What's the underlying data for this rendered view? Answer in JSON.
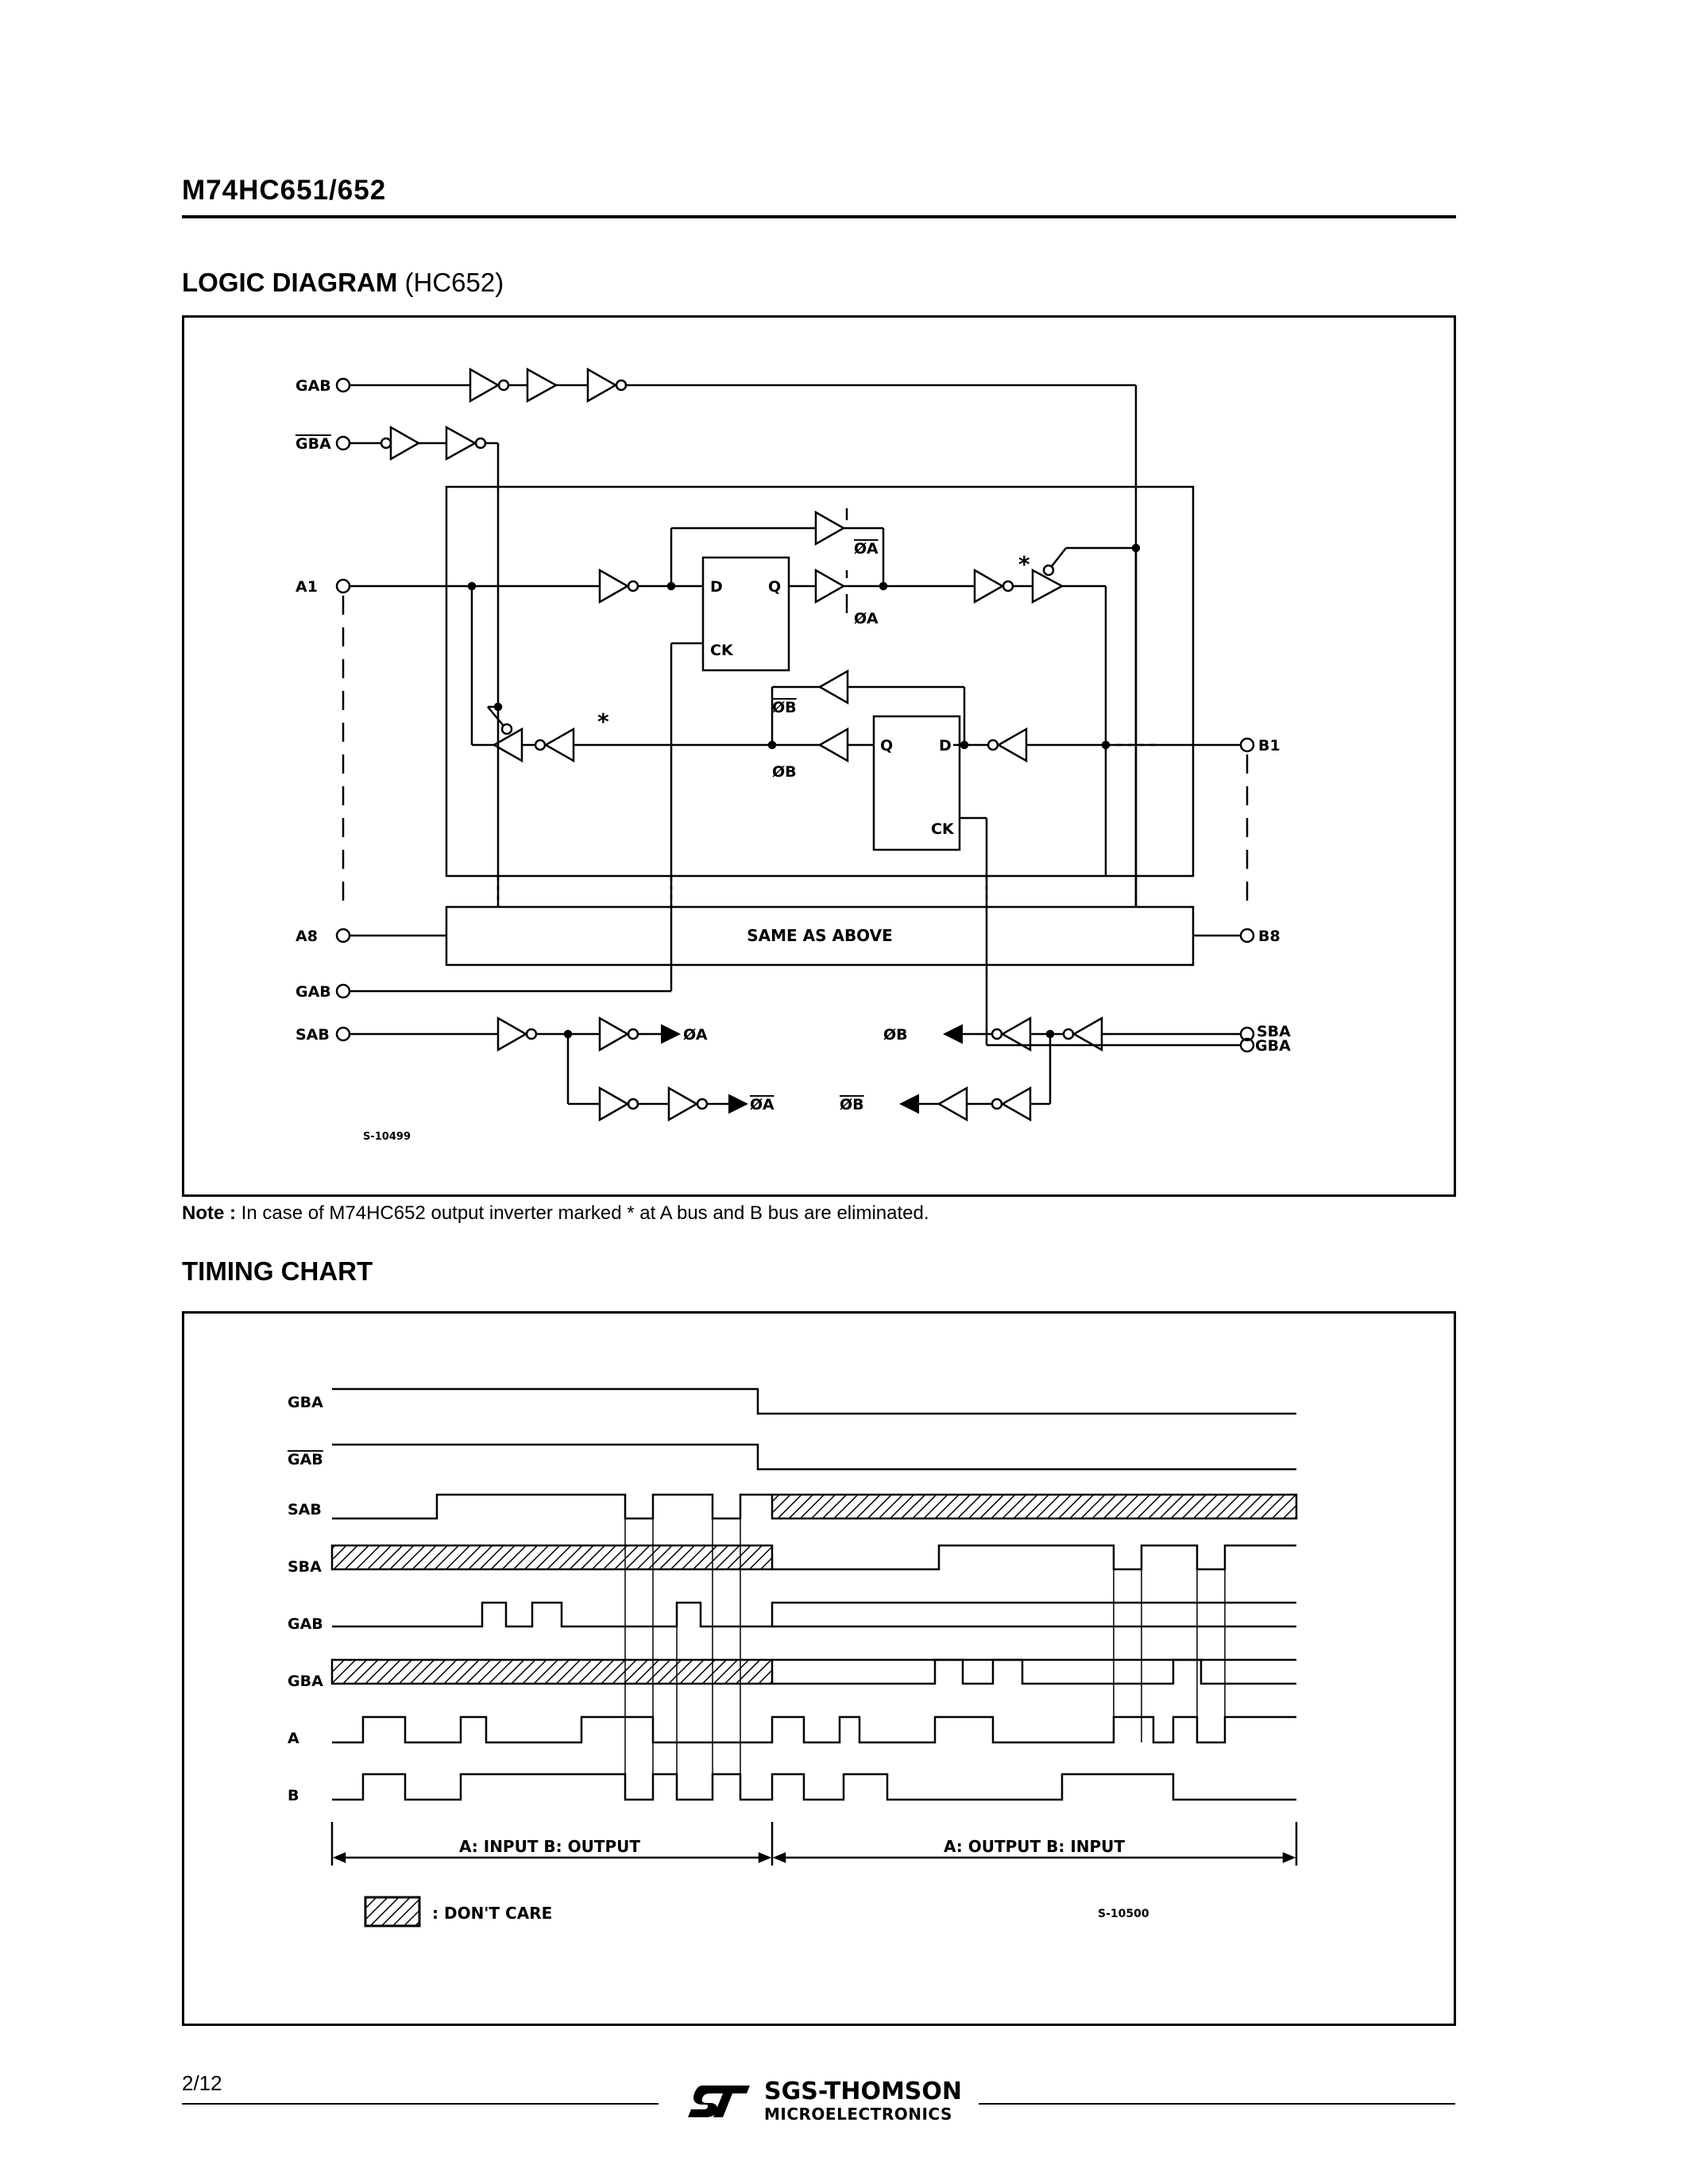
{
  "header": {
    "doc_title": "M74HC651/652"
  },
  "logic_section": {
    "heading": "LOGIC DIAGRAM",
    "heading_suffix": "(HC652)",
    "labels": {
      "gab": "GAB",
      "gba": "GBA",
      "a1": "A1",
      "a8": "A8",
      "b1": "B1",
      "b8": "B8",
      "sab": "SAB",
      "sba": "SBA",
      "same": "SAME AS ABOVE",
      "d": "D",
      "q": "Q",
      "ck": "CK",
      "phi_a": "ØA",
      "phi_b": "ØB",
      "star": "*",
      "ref": "S-10499"
    }
  },
  "note": {
    "label": "Note :",
    "text": "In case of M74HC652 output inverter marked * at A bus and B bus are eliminated."
  },
  "timing_section": {
    "heading": "TIMING CHART",
    "signals": [
      "GBA",
      "GAB",
      "SAB",
      "SBA",
      "GAB",
      "GBA",
      "A",
      "B"
    ],
    "phase1": "A: INPUT   B: OUTPUT",
    "phase2": "A: OUTPUT   B: INPUT",
    "legend": ":  DON'T  CARE",
    "ref": "S-10500"
  },
  "footer": {
    "page": "2/12",
    "company": "SGS-THOMSON",
    "division": "MICROELECTRONICS"
  }
}
